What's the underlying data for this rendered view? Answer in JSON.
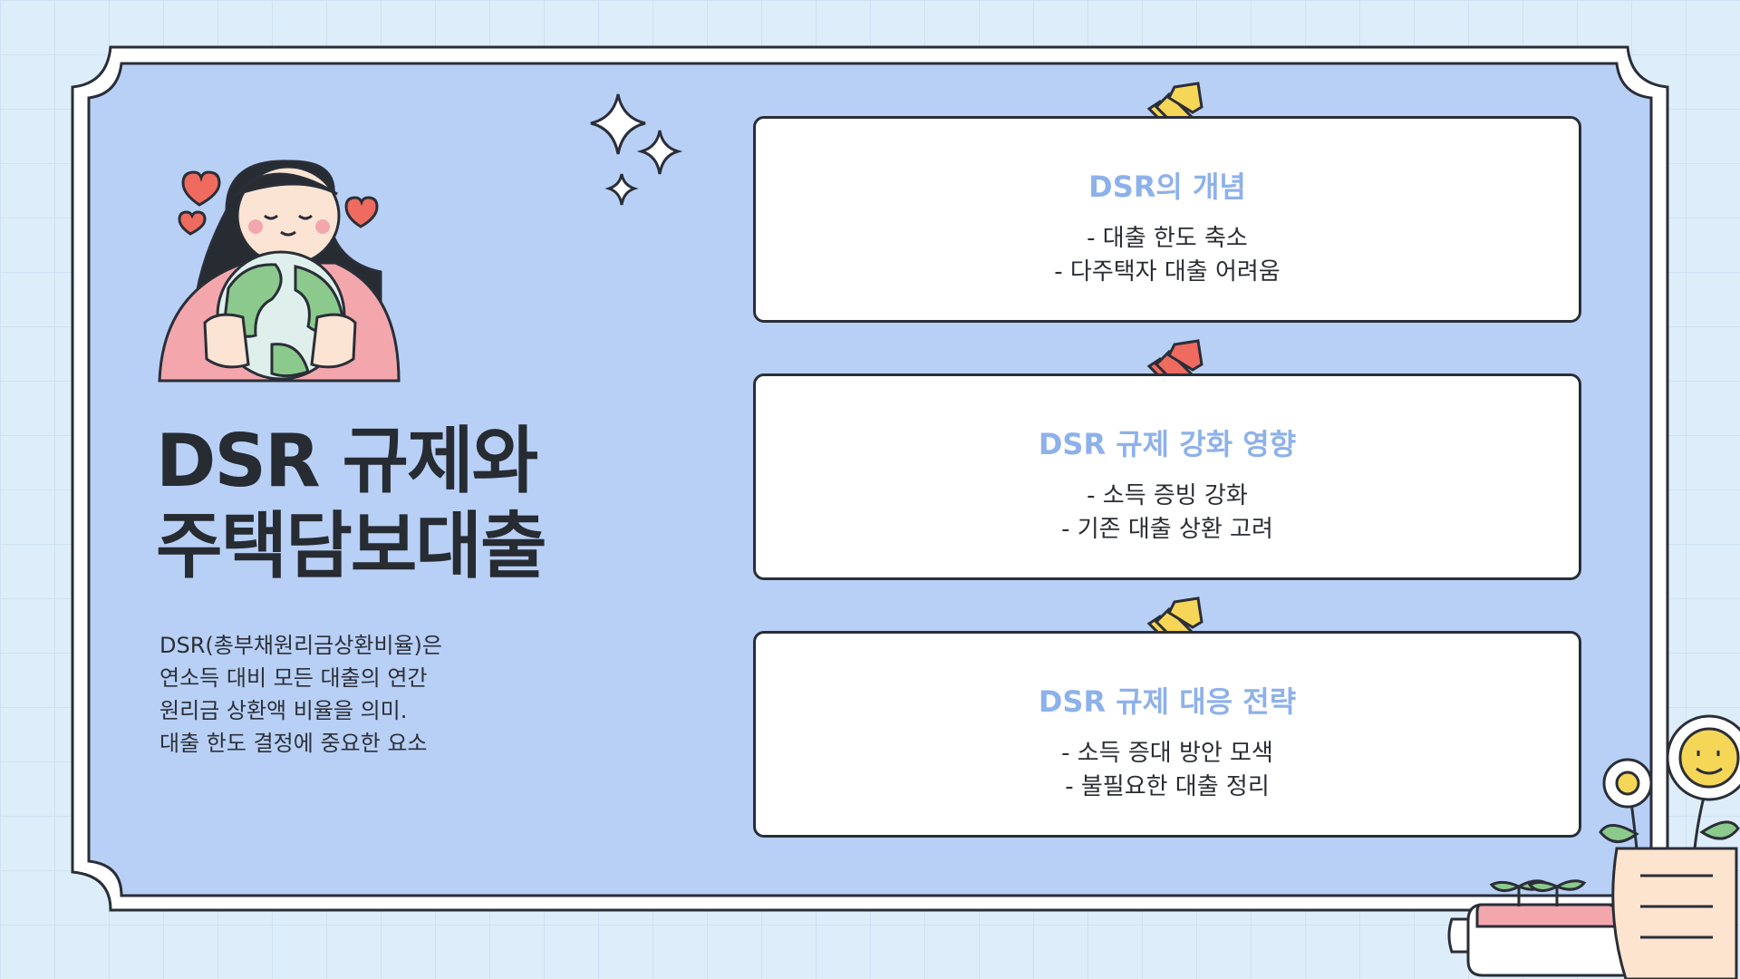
{
  "title": {
    "line1": "DSR 규제와",
    "line2": "주택담보대출"
  },
  "description": {
    "lines": [
      "DSR(총부채원리금상환비율)은",
      "연소득 대비 모든 대출의 연간",
      "원리금 상환액 비율을 의미.",
      "대출 한도 결정에 중요한 요소"
    ]
  },
  "cards": [
    {
      "heading": "DSR의 개념",
      "lines": [
        "- 대출 한도 축소",
        "- 다주택자 대출 어려움"
      ],
      "pin_color": "#f6d657"
    },
    {
      "heading": "DSR 규제 강화 영향",
      "lines": [
        "- 소득 증빙 강화",
        "- 기존 대출 상환 고려"
      ],
      "pin_color": "#ef6a5f"
    },
    {
      "heading": "DSR 규제 대응 전략",
      "lines": [
        "- 소득 증대 방안 모색",
        "- 불필요한 대출 정리"
      ],
      "pin_color": "#f6d657"
    }
  ],
  "colors": {
    "background": "#ddeefa",
    "panel": "#b8d0f6",
    "heading_accent": "#8db1ea",
    "outline": "#2a2e37"
  },
  "decorations": [
    "girl-holding-globe-illustration",
    "heart-icon",
    "sparkle-icon",
    "flower-pot-illustration",
    "pushpin-icon"
  ]
}
